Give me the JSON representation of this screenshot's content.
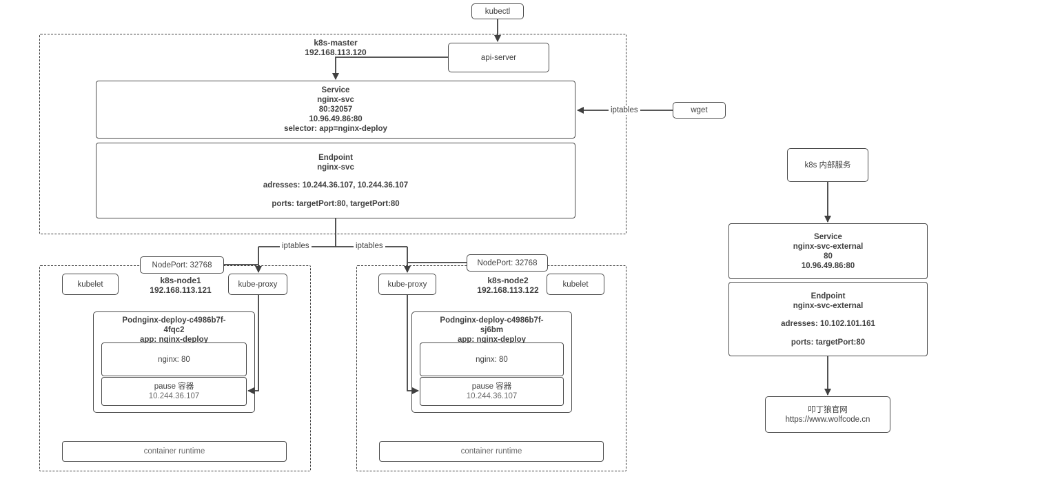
{
  "colors": {
    "stroke": "#4a4a4a",
    "text": "#404040",
    "background": "#ffffff"
  },
  "top": {
    "kubectl_label": "kubectl",
    "api_server_label": "api-server",
    "wget_label": "wget",
    "wget_iptables_label": "iptables"
  },
  "master": {
    "title": "k8s-master",
    "ip": "192.168.113.120",
    "service": {
      "title": "Service",
      "name": "nginx-svc",
      "port_mapping": "80:32057",
      "cluster_ip": "10.96.49.86:80",
      "selector": "selector: app=nginx-deploy"
    },
    "endpoint": {
      "title": "Endpoint",
      "name": "nginx-svc",
      "addresses": "adresses: 10.244.36.107, 10.244.36.107",
      "ports": "ports: targetPort:80, targetPort:80"
    }
  },
  "connectors": {
    "iptables_left_label": "iptables",
    "iptables_right_label": "iptables"
  },
  "nodes": [
    {
      "name": "k8s-node1",
      "ip": "192.168.113.121",
      "kubelet_label": "kubelet",
      "kube_proxy_label": "kube-proxy",
      "nodeport_label": "NodePort: 32768",
      "pod": {
        "title_line1": "Podnginx-deploy-c4986b7f-",
        "title_line2": "4fqc2",
        "app_label": "app: nginx-deploy",
        "nginx_container": "nginx: 80",
        "pause_container": "pause 容器",
        "pause_ip": "10.244.36.107"
      },
      "container_runtime_label": "container runtime"
    },
    {
      "name": "k8s-node2",
      "ip": "192.168.113.122",
      "kubelet_label": "kubelet",
      "kube_proxy_label": "kube-proxy",
      "nodeport_label": "NodePort: 32768",
      "pod": {
        "title_line1": "Podnginx-deploy-c4986b7f-",
        "title_line2": "sj6bm",
        "app_label": "app: nginx-deploy",
        "nginx_container": "nginx: 80",
        "pause_container": "pause 容器",
        "pause_ip": "10.244.36.107"
      },
      "container_runtime_label": "container runtime"
    }
  ],
  "external": {
    "entry_label": "k8s 内部服务",
    "service": {
      "title": "Service",
      "name": "nginx-svc-external",
      "port": "80",
      "cluster_ip": "10.96.49.86:80"
    },
    "endpoint": {
      "title": "Endpoint",
      "name": "nginx-svc-external",
      "addresses": "adresses: 10.102.101.161",
      "ports": "ports: targetPort:80"
    },
    "site": {
      "name": "叩丁狼官网",
      "url": "https://www.wolfcode.cn"
    }
  }
}
